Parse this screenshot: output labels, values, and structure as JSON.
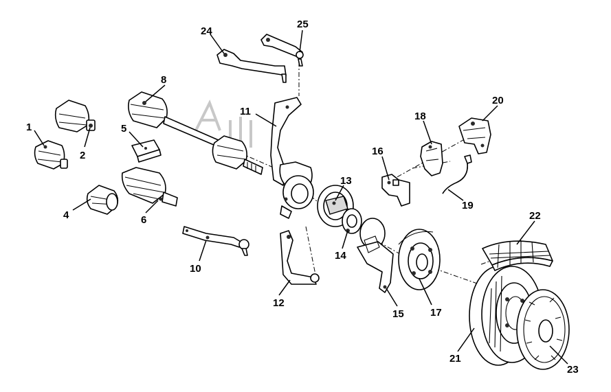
{
  "diagram": {
    "callouts": [
      {
        "id": "1",
        "label": "1"
      },
      {
        "id": "2",
        "label": "2"
      },
      {
        "id": "4",
        "label": "4"
      },
      {
        "id": "5",
        "label": "5"
      },
      {
        "id": "6",
        "label": "6"
      },
      {
        "id": "8",
        "label": "8"
      },
      {
        "id": "10",
        "label": "10"
      },
      {
        "id": "11",
        "label": "11"
      },
      {
        "id": "12",
        "label": "12"
      },
      {
        "id": "13",
        "label": "13"
      },
      {
        "id": "14",
        "label": "14"
      },
      {
        "id": "15",
        "label": "15"
      },
      {
        "id": "16",
        "label": "16"
      },
      {
        "id": "17",
        "label": "17"
      },
      {
        "id": "18",
        "label": "18"
      },
      {
        "id": "19",
        "label": "19"
      },
      {
        "id": "20",
        "label": "20"
      },
      {
        "id": "21",
        "label": "21"
      },
      {
        "id": "22",
        "label": "22"
      },
      {
        "id": "23",
        "label": "23"
      },
      {
        "id": "24",
        "label": "24"
      },
      {
        "id": "25",
        "label": "25"
      }
    ]
  }
}
